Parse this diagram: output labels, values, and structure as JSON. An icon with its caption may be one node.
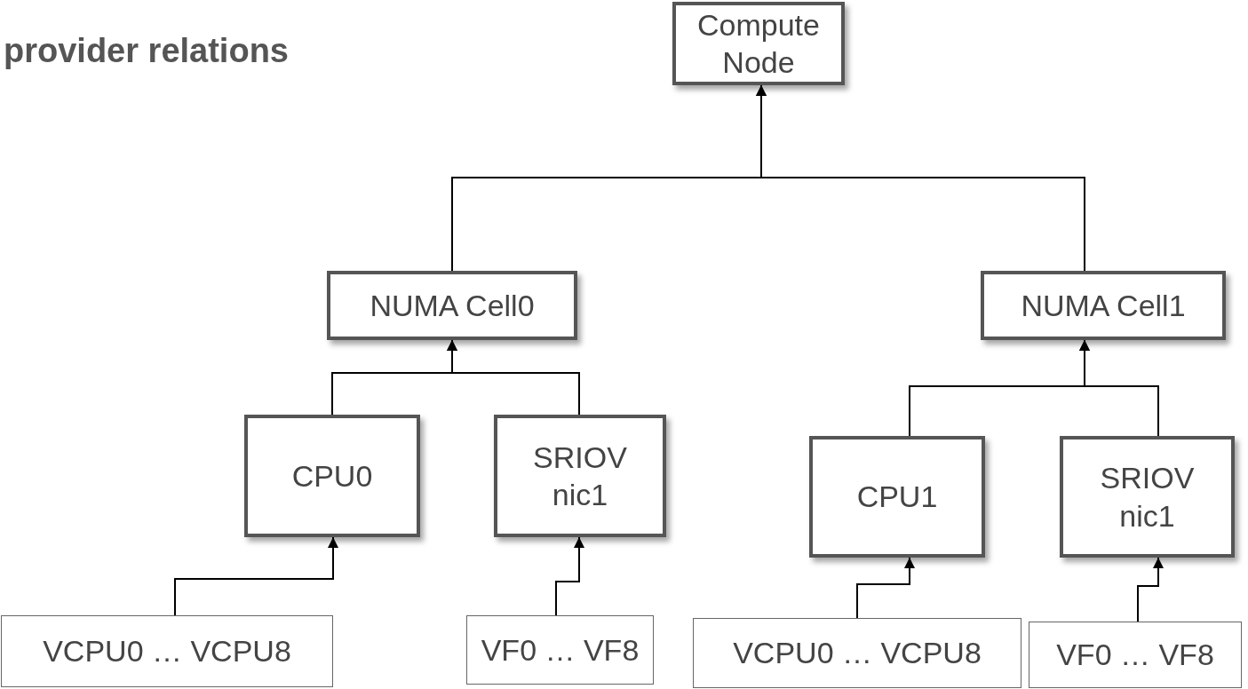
{
  "diagram": {
    "title": "provider relations",
    "nodes": [
      {
        "text": [
          "Compute Node"
        ]
      },
      {
        "text": [
          "NUMA Cell0"
        ]
      },
      {
        "text": [
          "NUMA Cell1"
        ]
      },
      {
        "text": [
          "CPU0"
        ]
      },
      {
        "text": [
          "SRIOV nic1"
        ]
      },
      {
        "text": [
          "CPU1"
        ]
      },
      {
        "text": [
          "SRIOV nic1"
        ]
      },
      {
        "text": [
          "VCPU0 … VCPU8"
        ]
      },
      {
        "text": [
          "VF0 … VF8"
        ]
      },
      {
        "text": [
          "VCPU0 … VCPU8"
        ]
      },
      {
        "text": [
          "VF0 … VF8"
        ]
      }
    ],
    "edges": [
      {
        "from": 1,
        "to": 0,
        "arrow": "to"
      },
      {
        "from": 2,
        "to": 0,
        "arrow": "to"
      },
      {
        "from": 3,
        "to": 1,
        "arrow": "to"
      },
      {
        "from": 4,
        "to": 1,
        "arrow": "to"
      },
      {
        "from": 5,
        "to": 2,
        "arrow": "to"
      },
      {
        "from": 6,
        "to": 2,
        "arrow": "to"
      },
      {
        "from": 7,
        "to": 3,
        "arrow": "to"
      },
      {
        "from": 8,
        "to": 4,
        "arrow": "to"
      },
      {
        "from": 9,
        "to": 5,
        "arrow": "to"
      },
      {
        "from": 10,
        "to": 6,
        "arrow": "to"
      }
    ]
  }
}
